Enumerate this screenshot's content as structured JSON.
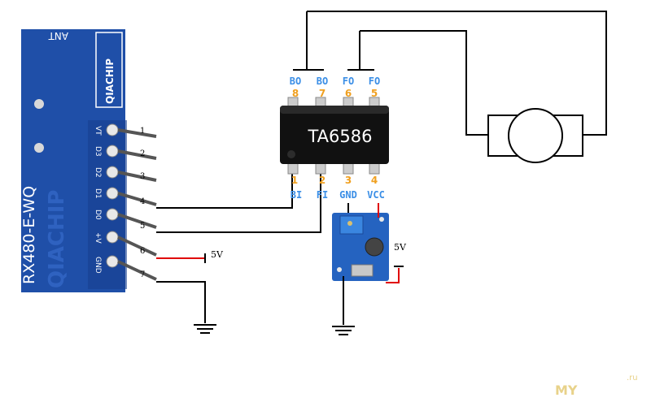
{
  "receiver": {
    "model": "RX480-E-WQ",
    "brand": "QIACHIP",
    "antenna_label": "ANT",
    "pin_labels": [
      "VT",
      "D3",
      "D2",
      "D1",
      "D0",
      "+V",
      "GND"
    ],
    "wire_numbers": [
      "1",
      "2",
      "3",
      "4",
      "5",
      "6",
      "7"
    ],
    "supply_label": "5V"
  },
  "ic": {
    "name": "TA6586",
    "top_pins": [
      {
        "label": "BO",
        "number": "8"
      },
      {
        "label": "BO",
        "number": "7"
      },
      {
        "label": "FO",
        "number": "6"
      },
      {
        "label": "FO",
        "number": "5"
      }
    ],
    "bottom_pins": [
      {
        "label": "BI",
        "number": "1"
      },
      {
        "label": "FI",
        "number": "2"
      },
      {
        "label": "GND",
        "number": "3"
      },
      {
        "label": "VCC",
        "number": "4"
      }
    ]
  },
  "boost_module": {
    "supply_label": "5V"
  },
  "watermark": {
    "text": "MY",
    "suffix": ".ru"
  },
  "colors": {
    "module_blue": "#1f4fa8",
    "wire_red": "#e00000",
    "pin_blue": "#3a8ee6",
    "pin_orange": "#f0a020"
  }
}
